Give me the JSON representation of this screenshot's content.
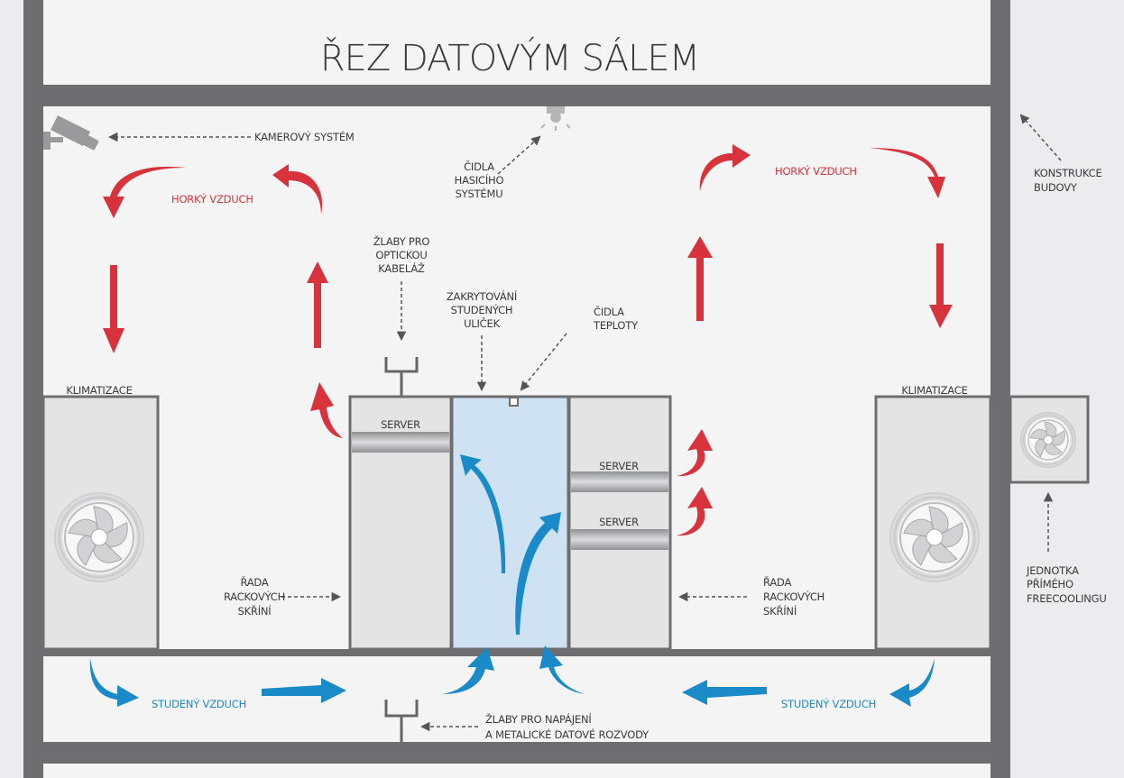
{
  "title": "ŘEZ DATOVÝM SÁLEM",
  "labels": {
    "camera": "KAMEROVÝ SYSTÉM",
    "fire_sensor": [
      "ČIDLA",
      "HASICÍHO",
      "SYSTÉMU"
    ],
    "building": [
      "KONSTRUKCE",
      "BUDOVY"
    ],
    "hot_air_left": "HORKÝ VZDUCH",
    "hot_air_right": "HORKÝ VZDUCH",
    "fiber_trays": [
      "ŽLABY PRO",
      "OPTICKOU",
      "KABELÁŽ"
    ],
    "cold_aisle": [
      "ZAKRYTOVÁNÍ",
      "STUDENÝCH",
      "ULIČEK"
    ],
    "temp_sensor": [
      "ČIDLA",
      "TEPLOTY"
    ],
    "ac_left": "KLIMATIZACE",
    "ac_right": "KLIMATIZACE",
    "server_1": "SERVER",
    "server_2": "SERVER",
    "server_3": "SERVER",
    "rack_row_left": [
      "ŘADA",
      "RACKOVÝCH",
      "SKŘÍNÍ"
    ],
    "rack_row_right": [
      "ŘADA",
      "RACKOVÝCH",
      "SKŘÍNÍ"
    ],
    "freecooling": [
      "JEDNOTKA",
      "PŘÍMÉHO",
      "FREECOOLINGU"
    ],
    "cold_air_left": "STUDENÝ VZDUCH",
    "cold_air_right": "STUDENÝ VZDUCH",
    "power_trays": [
      "ŽLABY PRO NAPÁJENÍ",
      "A METALICKÉ DATOVÉ ROZVODY"
    ]
  },
  "colors": {
    "hot": "#d8333c",
    "cold": "#1a8ac8",
    "structure": "#6e6e70",
    "aisle": "#cfe2f4"
  },
  "icons": [
    "camera-icon",
    "fire-sensor-icon",
    "fan-icon"
  ]
}
